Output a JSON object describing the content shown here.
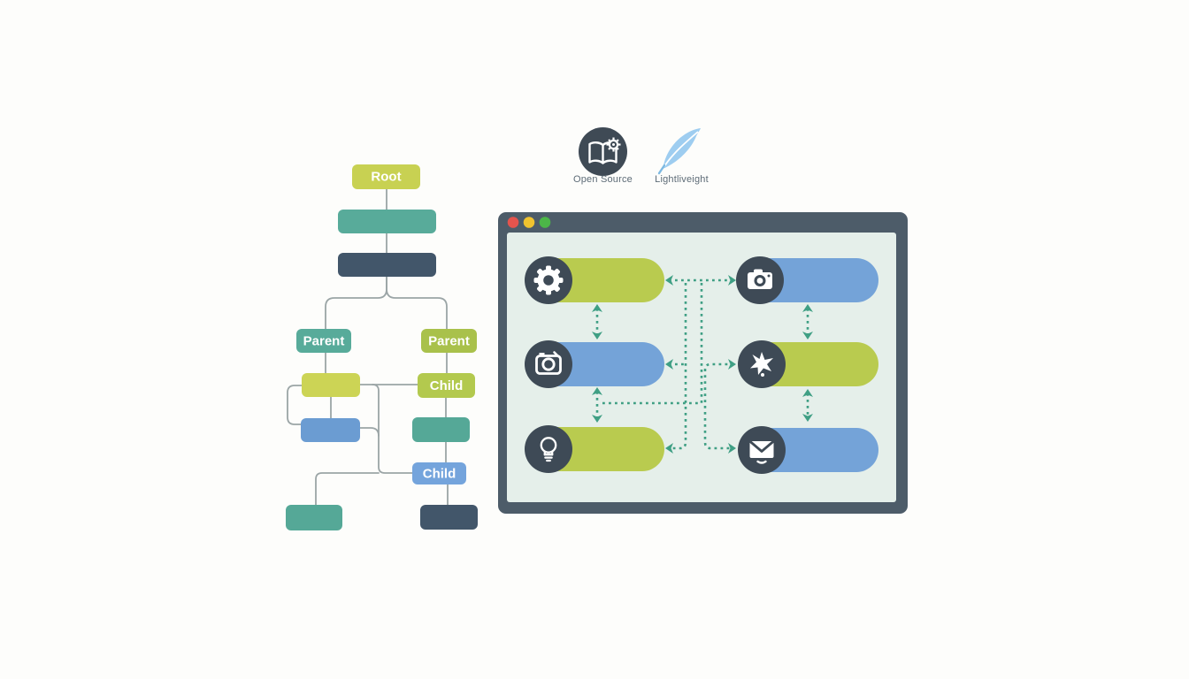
{
  "features": {
    "circle_color": "#3f4a55",
    "label_color": "#5d6b76",
    "items": [
      {
        "icon": "open-book-gear-icon",
        "label": "Open Source"
      },
      {
        "icon": "feather-icon",
        "label": "Lightliveight"
      }
    ],
    "feather_color": "#9ecdf0",
    "feather_quill_color": "#7db9e2"
  },
  "flowchart": {
    "connector_color": "#9ba5a6",
    "label_color": "#ffffff",
    "nodes": [
      {
        "id": "root",
        "label": "Root",
        "color": "#c8d152"
      },
      {
        "id": "teal-1",
        "label": "",
        "color": "#58ab9a"
      },
      {
        "id": "dark-1",
        "label": "",
        "color": "#42566a"
      },
      {
        "id": "parent-left",
        "label": "Parent",
        "color": "#58ab9a"
      },
      {
        "id": "parent-right",
        "label": "Parent",
        "color": "#a9c14b"
      },
      {
        "id": "yellow-left",
        "label": "",
        "color": "#ccd455"
      },
      {
        "id": "child-right-1",
        "label": "Child",
        "color": "#b3c94e"
      },
      {
        "id": "blue-left",
        "label": "",
        "color": "#6b9cd2"
      },
      {
        "id": "teal-right",
        "label": "",
        "color": "#55a897"
      },
      {
        "id": "child-right-2",
        "label": "Child",
        "color": "#74a4dc"
      },
      {
        "id": "teal-bottom",
        "label": "",
        "color": "#55a897"
      },
      {
        "id": "dark-bottom",
        "label": "",
        "color": "#42566a"
      }
    ]
  },
  "window": {
    "frame_color": "#4d5c69",
    "content_color": "#e5efea",
    "circle_color": "#3e4a56",
    "arrow_color": "#3f9f84",
    "icon_color": "#ffffff",
    "traffic_lights": [
      {
        "name": "close",
        "color": "#e4544d"
      },
      {
        "name": "minimize",
        "color": "#f0c32f"
      },
      {
        "name": "zoom",
        "color": "#4cb648"
      }
    ],
    "pills": [
      {
        "icon": "gear-icon",
        "color": "#b9cb4f"
      },
      {
        "icon": "camera-icon",
        "color": "#74a3d8"
      },
      {
        "icon": "camera-outline-icon",
        "color": "#74a3d8"
      },
      {
        "icon": "sparkle-star-icon",
        "color": "#b9cb4f"
      },
      {
        "icon": "lightbulb-icon",
        "color": "#b9cb4f"
      },
      {
        "icon": "envelope-icon",
        "color": "#74a3d8"
      }
    ]
  }
}
